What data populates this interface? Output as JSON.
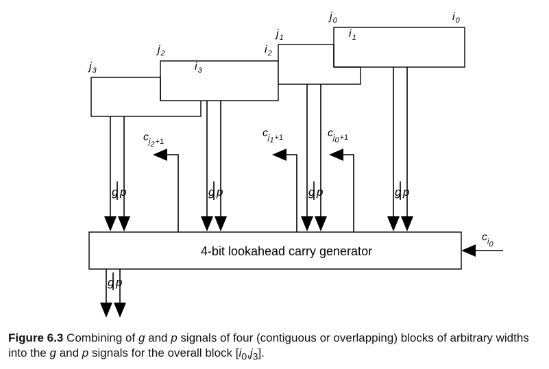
{
  "figure": {
    "box_label": "4-bit lookahead carry generator",
    "block_index_labels": {
      "j0": "j",
      "j0_sub": "0",
      "i0": "i",
      "i0_sub": "0",
      "j1": "j",
      "j1_sub": "1",
      "i1": "i",
      "i1_sub": "1",
      "j2": "j",
      "j2_sub": "2",
      "i2": "i",
      "i2_sub": "2",
      "j3": "j",
      "j3_sub": "3",
      "i3": "i",
      "i3_sub": "3"
    },
    "gp_labels": {
      "g": "g",
      "p": "p"
    },
    "carry_labels": {
      "c_base": "c",
      "j2_sub": "j",
      "j2_subsub": "2",
      "j2_plus": "+1",
      "j1_sub": "j",
      "j1_subsub": "1",
      "j1_plus": "+1",
      "j0_sub": "j",
      "j0_subsub": "0",
      "j0_plus": "+1",
      "i0_sub": "i",
      "i0_subsub": "0"
    }
  },
  "caption": {
    "figure_label": "Figure 6.3",
    "text_part1": "Combining of ",
    "g": "g",
    "text_part2": " and ",
    "p": "p",
    "text_part3": " signals of four (contiguous or overlapping) blocks of arbitrary widths into the ",
    "g2": "g",
    "text_part4": " and ",
    "p2": "p",
    "text_part5": " signals for the overall block [",
    "i": "i",
    "i_sub": "0",
    "comma": ",",
    "j": "j",
    "j_sub": "3",
    "end": "]."
  }
}
